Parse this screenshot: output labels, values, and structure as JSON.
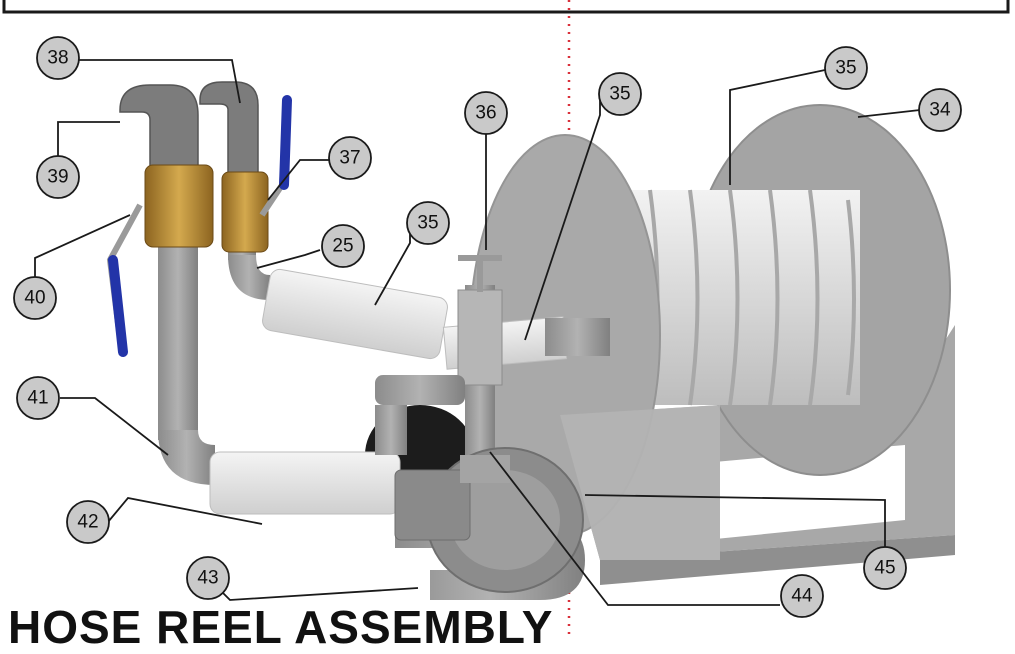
{
  "diagram": {
    "title": "HOSE REEL ASSEMBLY",
    "colors": {
      "outline": "#1a1a1a",
      "divider": "#d9303a",
      "metal_gray": "#9a9a9a",
      "white_pipe": "#e6e6e6",
      "brass": "#b58a33",
      "valve_handle": "#2334a8",
      "dark": "#1c1c1c"
    },
    "callouts": [
      {
        "id": "c38",
        "label": "38"
      },
      {
        "id": "c39",
        "label": "39"
      },
      {
        "id": "c37",
        "label": "37"
      },
      {
        "id": "c40",
        "label": "40"
      },
      {
        "id": "c25",
        "label": "25"
      },
      {
        "id": "c35a",
        "label": "35"
      },
      {
        "id": "c36",
        "label": "36"
      },
      {
        "id": "c35b",
        "label": "35"
      },
      {
        "id": "c35c",
        "label": "35"
      },
      {
        "id": "c34",
        "label": "34"
      },
      {
        "id": "c41",
        "label": "41"
      },
      {
        "id": "c42",
        "label": "42"
      },
      {
        "id": "c43",
        "label": "43"
      },
      {
        "id": "c44",
        "label": "44"
      },
      {
        "id": "c45",
        "label": "45"
      }
    ]
  }
}
